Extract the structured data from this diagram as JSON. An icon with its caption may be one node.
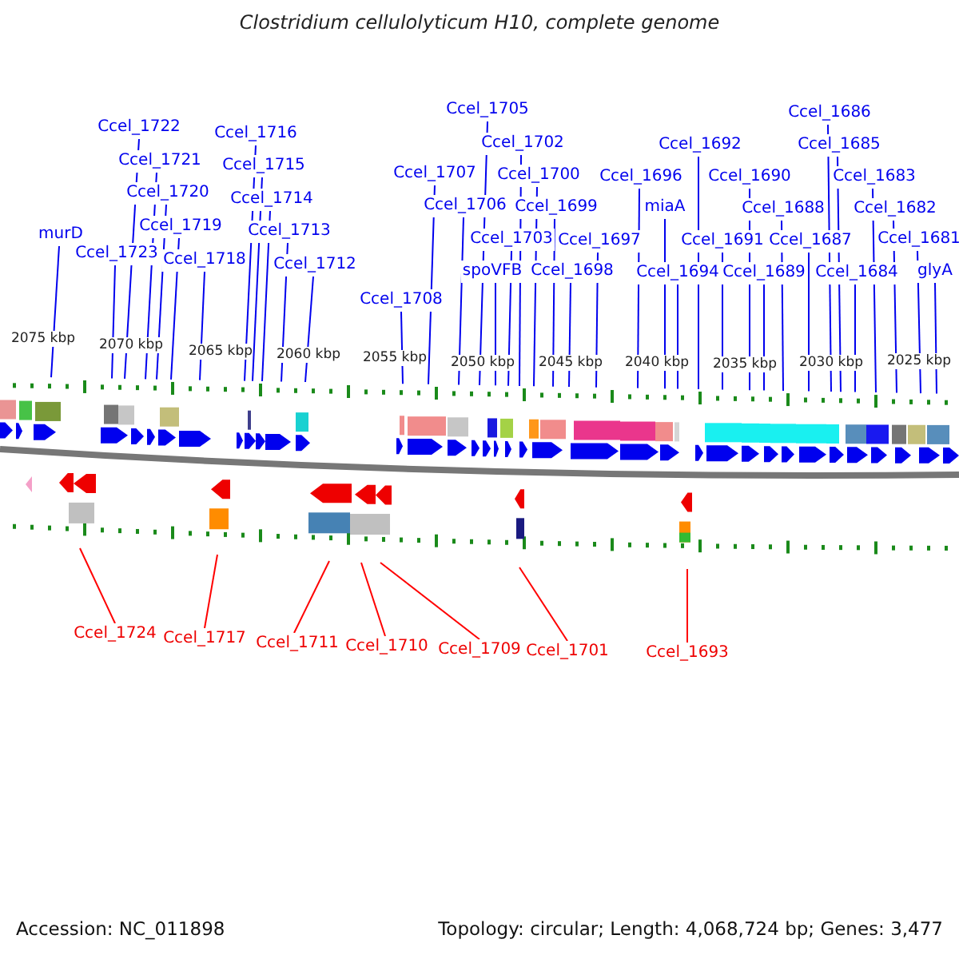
{
  "diagram": {
    "title": "Clostridium cellulolyticum H10, complete genome",
    "nodes": [
      {
        "text": [
          "Ccel_1722"
        ]
      },
      {
        "text": [
          "Ccel_1721"
        ]
      },
      {
        "text": [
          "Ccel_1720"
        ]
      },
      {
        "text": [
          "Ccel_1719"
        ]
      },
      {
        "text": [
          "murD"
        ]
      },
      {
        "text": [
          "Ccel_1723"
        ]
      },
      {
        "text": [
          "Ccel_1718"
        ]
      },
      {
        "text": [
          "Ccel_1716"
        ]
      },
      {
        "text": [
          "Ccel_1715"
        ]
      },
      {
        "text": [
          "Ccel_1714"
        ]
      },
      {
        "text": [
          "Ccel_1713"
        ]
      },
      {
        "text": [
          "Ccel_1712"
        ]
      },
      {
        "text": [
          "Ccel_1708"
        ]
      },
      {
        "text": [
          "Ccel_1707"
        ]
      },
      {
        "text": [
          "Ccel_1706"
        ]
      },
      {
        "text": [
          "Ccel_1705"
        ]
      },
      {
        "text": [
          "Ccel_1702"
        ]
      },
      {
        "text": [
          "Ccel_1700"
        ]
      },
      {
        "text": [
          "Ccel_1703"
        ]
      },
      {
        "text": [
          "Ccel_1699"
        ]
      },
      {
        "text": [
          "spoVFB"
        ]
      },
      {
        "text": [
          "Ccel_1698"
        ]
      },
      {
        "text": [
          "Ccel_1697"
        ]
      },
      {
        "text": [
          "Ccel_1696"
        ]
      },
      {
        "text": [
          "miaA"
        ]
      },
      {
        "text": [
          "Ccel_1694"
        ]
      },
      {
        "text": [
          "Ccel_1692"
        ]
      },
      {
        "text": [
          "Ccel_1691"
        ]
      },
      {
        "text": [
          "Ccel_1690"
        ]
      },
      {
        "text": [
          "Ccel_1689"
        ]
      },
      {
        "text": [
          "Ccel_1688"
        ]
      },
      {
        "text": [
          "Ccel_1687"
        ]
      },
      {
        "text": [
          "Ccel_1686"
        ]
      },
      {
        "text": [
          "Ccel_1685"
        ]
      },
      {
        "text": [
          "Ccel_1684"
        ]
      },
      {
        "text": [
          "Ccel_1683"
        ]
      },
      {
        "text": [
          "Ccel_1682"
        ]
      },
      {
        "text": [
          "Ccel_1681"
        ]
      },
      {
        "text": [
          "glyA"
        ]
      },
      {
        "text": [
          "Ccel_1724"
        ]
      },
      {
        "text": [
          "Ccel_1717"
        ]
      },
      {
        "text": [
          "Ccel_1711"
        ]
      },
      {
        "text": [
          "Ccel_1710"
        ]
      },
      {
        "text": [
          "Ccel_1709"
        ]
      },
      {
        "text": [
          "Ccel_1701"
        ]
      },
      {
        "text": [
          "Ccel_1693"
        ]
      }
    ],
    "edges": [
      {
        "from": 0,
        "to": null,
        "arrow": "none"
      },
      {
        "from": 1,
        "to": null,
        "arrow": "none"
      },
      {
        "from": 2,
        "to": null,
        "arrow": "none"
      },
      {
        "from": 3,
        "to": null,
        "arrow": "none"
      },
      {
        "from": 4,
        "to": null,
        "arrow": "none"
      },
      {
        "from": 5,
        "to": null,
        "arrow": "none"
      },
      {
        "from": 6,
        "to": null,
        "arrow": "none"
      },
      {
        "from": 7,
        "to": null,
        "arrow": "none"
      },
      {
        "from": 8,
        "to": null,
        "arrow": "none"
      },
      {
        "from": 9,
        "to": null,
        "arrow": "none"
      },
      {
        "from": 10,
        "to": null,
        "arrow": "none"
      },
      {
        "from": 11,
        "to": null,
        "arrow": "none"
      },
      {
        "from": 12,
        "to": null,
        "arrow": "none"
      },
      {
        "from": 13,
        "to": null,
        "arrow": "none"
      },
      {
        "from": 14,
        "to": null,
        "arrow": "none"
      },
      {
        "from": 15,
        "to": null,
        "arrow": "none"
      },
      {
        "from": 16,
        "to": null,
        "arrow": "none"
      },
      {
        "from": 17,
        "to": null,
        "arrow": "none"
      },
      {
        "from": 18,
        "to": null,
        "arrow": "none"
      },
      {
        "from": 19,
        "to": null,
        "arrow": "none"
      },
      {
        "from": 20,
        "to": null,
        "arrow": "none"
      },
      {
        "from": 21,
        "to": null,
        "arrow": "none"
      },
      {
        "from": 22,
        "to": null,
        "arrow": "none"
      },
      {
        "from": 23,
        "to": null,
        "arrow": "none"
      },
      {
        "from": 24,
        "to": null,
        "arrow": "none"
      },
      {
        "from": 25,
        "to": null,
        "arrow": "none"
      },
      {
        "from": 26,
        "to": null,
        "arrow": "none"
      },
      {
        "from": 27,
        "to": null,
        "arrow": "none"
      },
      {
        "from": 28,
        "to": null,
        "arrow": "none"
      },
      {
        "from": 29,
        "to": null,
        "arrow": "none"
      },
      {
        "from": 30,
        "to": null,
        "arrow": "none"
      },
      {
        "from": 31,
        "to": null,
        "arrow": "none"
      },
      {
        "from": 32,
        "to": null,
        "arrow": "none"
      },
      {
        "from": 33,
        "to": null,
        "arrow": "none"
      },
      {
        "from": 34,
        "to": null,
        "arrow": "none"
      },
      {
        "from": 35,
        "to": null,
        "arrow": "none"
      },
      {
        "from": 36,
        "to": null,
        "arrow": "none"
      },
      {
        "from": 37,
        "to": null,
        "arrow": "none"
      },
      {
        "from": 38,
        "to": null,
        "arrow": "none"
      },
      {
        "from": 39,
        "to": null,
        "arrow": "none",
        "color": "#ff0000"
      },
      {
        "from": 40,
        "to": null,
        "arrow": "none",
        "color": "#ff0000"
      },
      {
        "from": 41,
        "to": null,
        "arrow": "none",
        "color": "#ff0000"
      },
      {
        "from": 42,
        "to": null,
        "arrow": "none",
        "color": "#ff0000"
      },
      {
        "from": 43,
        "to": null,
        "arrow": "none",
        "color": "#ff0000"
      },
      {
        "from": 44,
        "to": null,
        "arrow": "none",
        "color": "#ff0000"
      },
      {
        "from": 45,
        "to": null,
        "arrow": "none",
        "color": "#ff0000"
      }
    ],
    "labels": [
      "2075 kbp",
      "2070 kbp",
      "2065 kbp",
      "2060 kbp",
      "2055 kbp",
      "2050 kbp",
      "2045 kbp",
      "2040 kbp",
      "2035 kbp",
      "2030 kbp",
      "2025 kbp",
      "Accession: NC_011898",
      "Topology: circular; Length: 4,068,724 bp; Genes: 3,477"
    ]
  }
}
